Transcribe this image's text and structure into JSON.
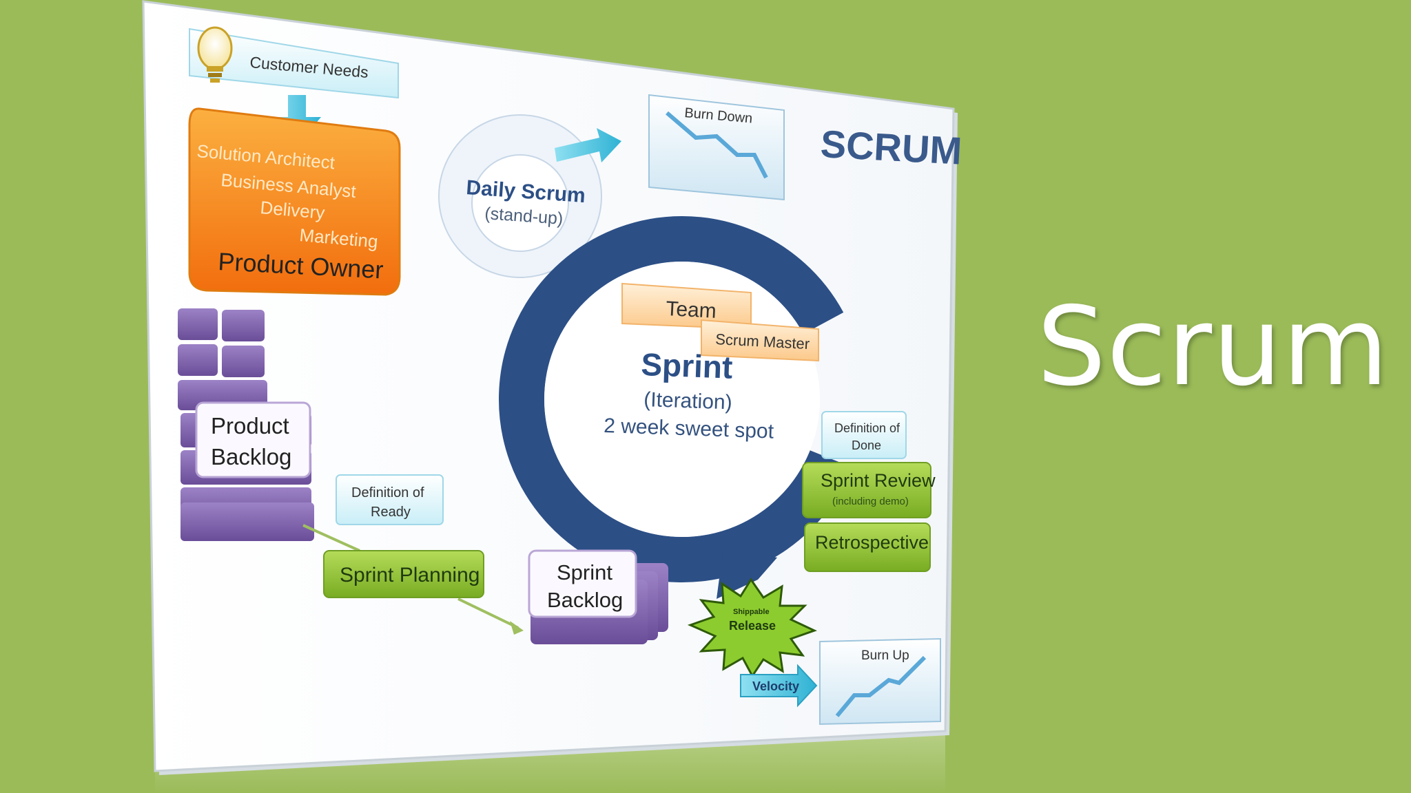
{
  "slide_title": "Scrum",
  "diagram": {
    "heading": "SCRUM",
    "customer_needs": "Customer Needs",
    "product_owner_roles": [
      "Solution Architect",
      "Business Analyst",
      "Delivery",
      "Marketing"
    ],
    "product_owner": "Product Owner",
    "daily_scrum": "Daily Scrum",
    "daily_scrum_sub": "(stand-up)",
    "burn_down": "Burn Down",
    "burn_up": "Burn Up",
    "team": "Team",
    "scrum_master": "Scrum Master",
    "sprint": "Sprint",
    "sprint_sub": "(Iteration)",
    "sprint_note": "2 week sweet spot",
    "product_backlog": [
      "Product",
      "Backlog"
    ],
    "definition_of_ready": [
      "Definition of",
      "Ready"
    ],
    "sprint_planning": "Sprint Planning",
    "sprint_backlog": [
      "Sprint",
      "Backlog"
    ],
    "definition_of_done": [
      "Definition of",
      "Done"
    ],
    "sprint_review": "Sprint Review",
    "sprint_review_sub": "(including demo)",
    "retrospective": "Retrospective",
    "release_small": "Shippable",
    "release": "Release",
    "velocity": "Velocity"
  },
  "colors": {
    "background": "#9bbb59",
    "orange": "#f7941d",
    "purple": "#8064a2",
    "green": "#92c83e",
    "navy": "#2c4f86",
    "cyan": "#4bc1d9"
  }
}
